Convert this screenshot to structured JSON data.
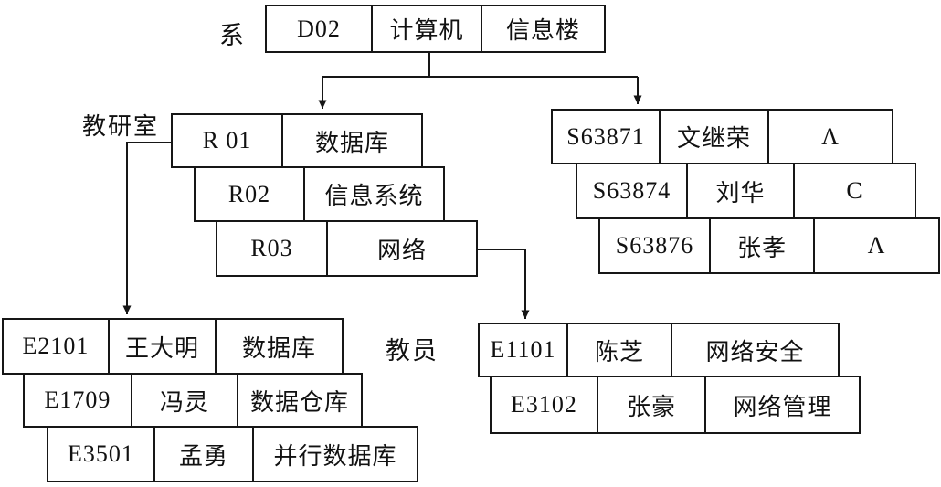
{
  "figure": {
    "labels": {
      "department": "系",
      "research_office": "教研室",
      "teacher": "教员"
    },
    "colors": {
      "line": "#161616",
      "background": "#ffffff",
      "text": "#111111"
    },
    "groups": {
      "department": {
        "records": [
          {
            "cells": [
              "D02",
              "计算机",
              "信息楼"
            ]
          }
        ]
      },
      "offices": {
        "records": [
          {
            "cells": [
              "R 01",
              "数据库"
            ]
          },
          {
            "cells": [
              "R02",
              "信息系统"
            ]
          },
          {
            "cells": [
              "R03",
              "网络"
            ]
          }
        ]
      },
      "students": {
        "records": [
          {
            "cells": [
              "S63871",
              "文继荣",
              "Λ"
            ]
          },
          {
            "cells": [
              "S63874",
              "刘华",
              "C"
            ]
          },
          {
            "cells": [
              "S63876",
              "张孝",
              "Λ"
            ]
          }
        ]
      },
      "teachers_db": {
        "records": [
          {
            "cells": [
              "E2101",
              "王大明",
              "数据库"
            ]
          },
          {
            "cells": [
              "E1709",
              "冯灵",
              "数据仓库"
            ]
          },
          {
            "cells": [
              "E3501",
              "孟勇",
              "并行数据库"
            ]
          }
        ]
      },
      "teachers_net": {
        "records": [
          {
            "cells": [
              "E1101",
              "陈芝",
              "网络安全"
            ]
          },
          {
            "cells": [
              "E3102",
              "张豪",
              "网络管理"
            ]
          }
        ]
      }
    }
  }
}
